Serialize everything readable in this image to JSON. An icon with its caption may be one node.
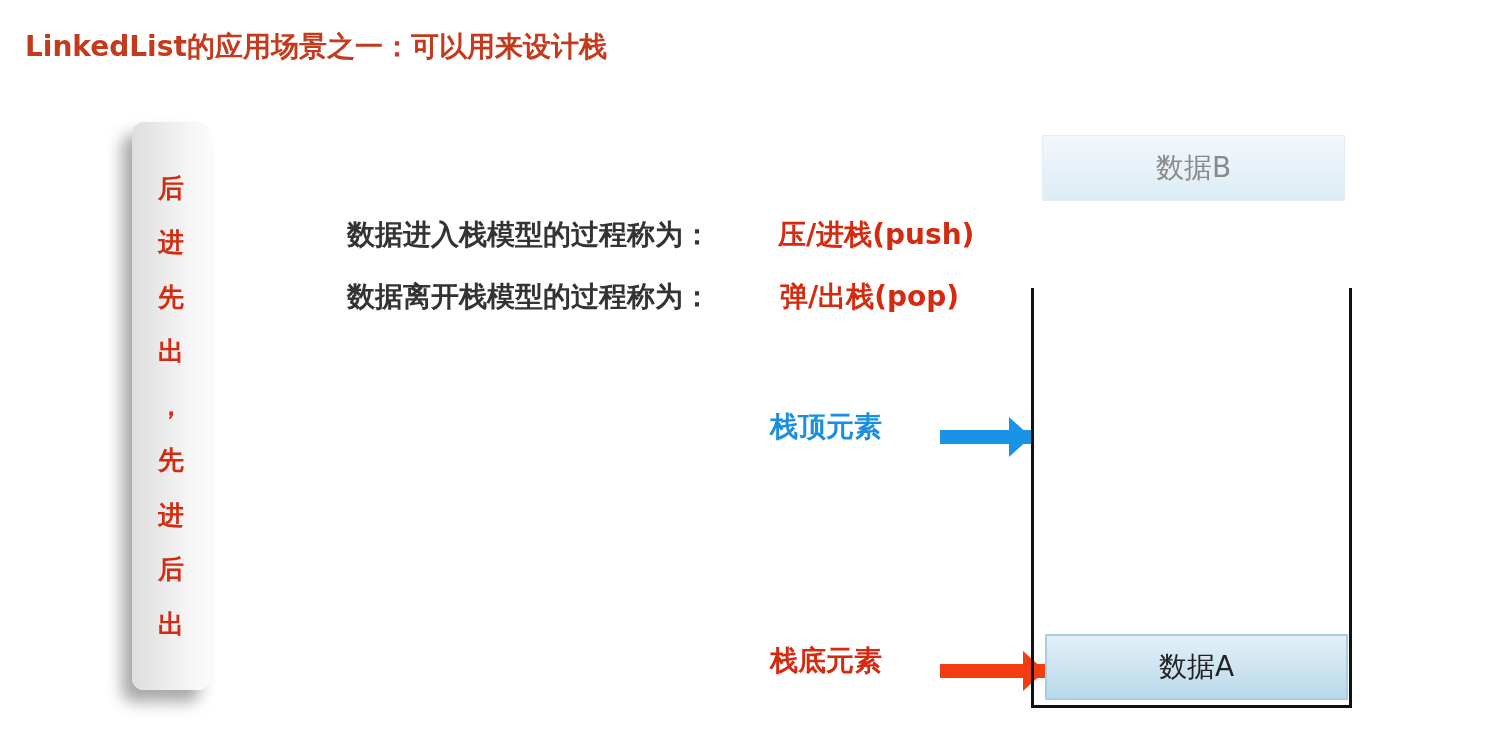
{
  "diagram": {
    "title": "LinkedList的应用场景之一：可以用来设计栈",
    "nodes": [
      {
        "text": [
          "后进先出，先进后出"
        ]
      },
      {
        "text": [
          "数据B"
        ]
      },
      {
        "text": [],
        "shape": "box"
      },
      {
        "text": [
          "数据A"
        ],
        "in": 2
      },
      {
        "text": [
          "栈顶元素"
        ]
      },
      {
        "text": [
          "栈底元素"
        ]
      }
    ],
    "edges": [
      {
        "from": 4,
        "to": 2,
        "arrow": "to",
        "color": "#1a92e6"
      },
      {
        "from": 5,
        "to": 3,
        "arrow": "to",
        "color": "#f23c12"
      }
    ],
    "labels": [
      "数据进入栈模型的过程称为：",
      "压/进栈(push)",
      "数据离开栈模型的过程称为：",
      "弹/出栈(pop)"
    ]
  }
}
